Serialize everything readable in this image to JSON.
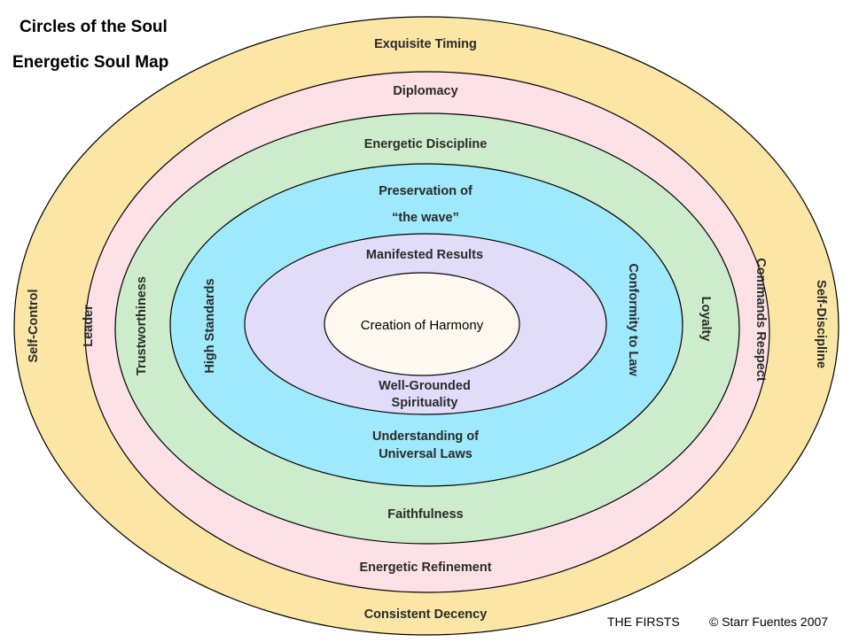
{
  "title_line1": "Circles of the Soul",
  "title_line2": "Energetic Soul Map",
  "footer_left": "THE FIRSTS",
  "footer_right": "© Starr Fuentes 2007",
  "colors": {
    "ring1": "#fbe6a6",
    "ring2": "#fde1e6",
    "ring3": "#cdeccc",
    "ring4": "#9ee9fb",
    "ring5": "#e1dcfa",
    "core": "#fdf8f0",
    "stroke": "#000000"
  },
  "rings": [
    {
      "id": "ring1",
      "top": "Exquisite Timing",
      "bottom": "Consistent Decency",
      "left": "Self-Control",
      "right": "Self-Discipline"
    },
    {
      "id": "ring2",
      "top": "Diplomacy",
      "bottom": "Energetic Refinement",
      "left": "Leader",
      "right": "Commands Respect"
    },
    {
      "id": "ring3",
      "top": "Energetic Discipline",
      "bottom": "Faithfulness",
      "left": "Trustworthiness",
      "right": "Loyalty"
    },
    {
      "id": "ring4",
      "top_line1": "Preservation of",
      "top_line2": "“the wave”",
      "bottom_line1": "Understanding of",
      "bottom_line2": "Universal Laws",
      "left": "High Standards",
      "right": "Conformity to Law"
    },
    {
      "id": "ring5",
      "top": "Manifested Results",
      "bottom_line1": "Well-Grounded",
      "bottom_line2": "Spirituality"
    }
  ],
  "core": {
    "label": "Creation of Harmony"
  }
}
